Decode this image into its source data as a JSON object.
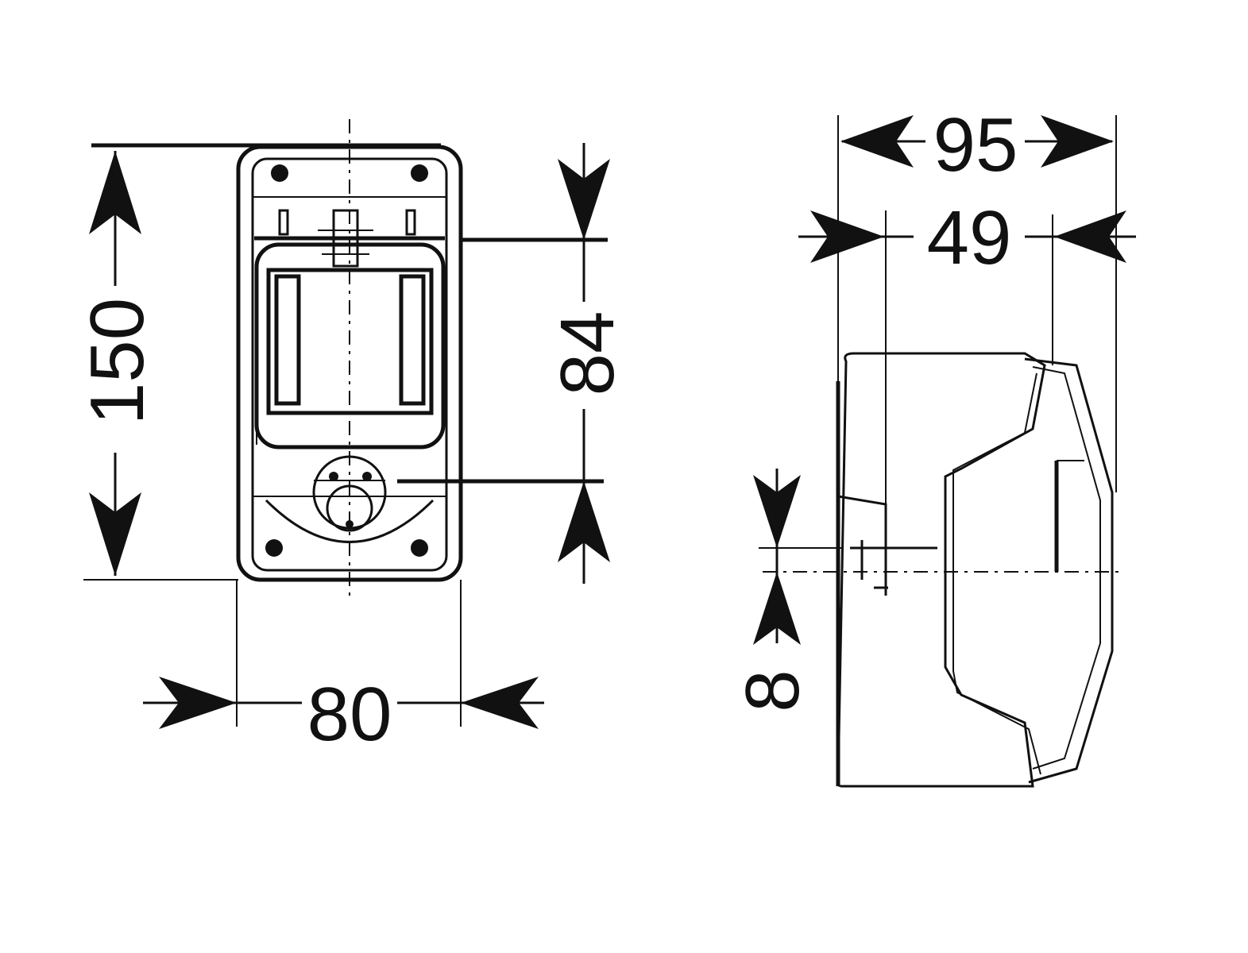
{
  "front_view": {
    "height_label": "150",
    "width_label": "80",
    "spacing_label": "84"
  },
  "side_view": {
    "depth_label": "95",
    "inner_depth_label": "49",
    "offset_label": "8"
  }
}
